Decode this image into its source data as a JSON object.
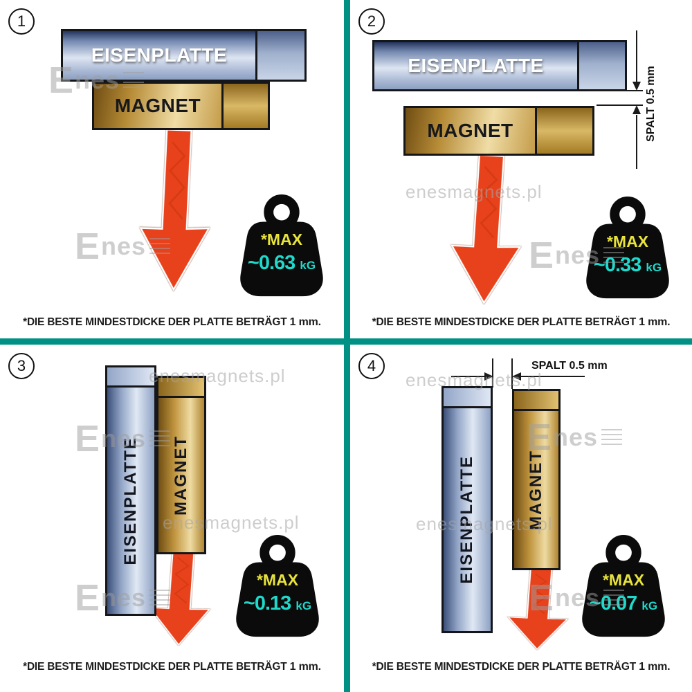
{
  "watermark": {
    "logo_e": "E",
    "logo_rest": "nes",
    "site": "enesmagnets.pl"
  },
  "shared": {
    "plate_label": "EISENPLATTE",
    "magnet_label": "MAGNET",
    "max_label": "*MAX",
    "unit": "kG",
    "caption_text": "*DIE BESTE MINDESTDICKE DER PLATTE BETRÄGT",
    "caption_bold": "1 mm."
  },
  "panels": [
    {
      "number": "1",
      "max_value": "~0.63"
    },
    {
      "number": "2",
      "max_value": "~0.33",
      "spalt_label": "SPALT",
      "spalt_value": "0.5 mm"
    },
    {
      "number": "3",
      "max_value": "~0.13"
    },
    {
      "number": "4",
      "max_value": "~0.07",
      "spalt_label": "SPALT",
      "spalt_value": "0.5 mm"
    }
  ],
  "colors": {
    "divider_teal": "#009184",
    "arrow_red": "#e8421c",
    "max_yellow": "#e9e43c",
    "value_cyan": "#1fd9cb",
    "weight_black": "#0b0b0b",
    "plate_steel": "#a9b8d4",
    "magnet_gold": "#c49c4a"
  }
}
